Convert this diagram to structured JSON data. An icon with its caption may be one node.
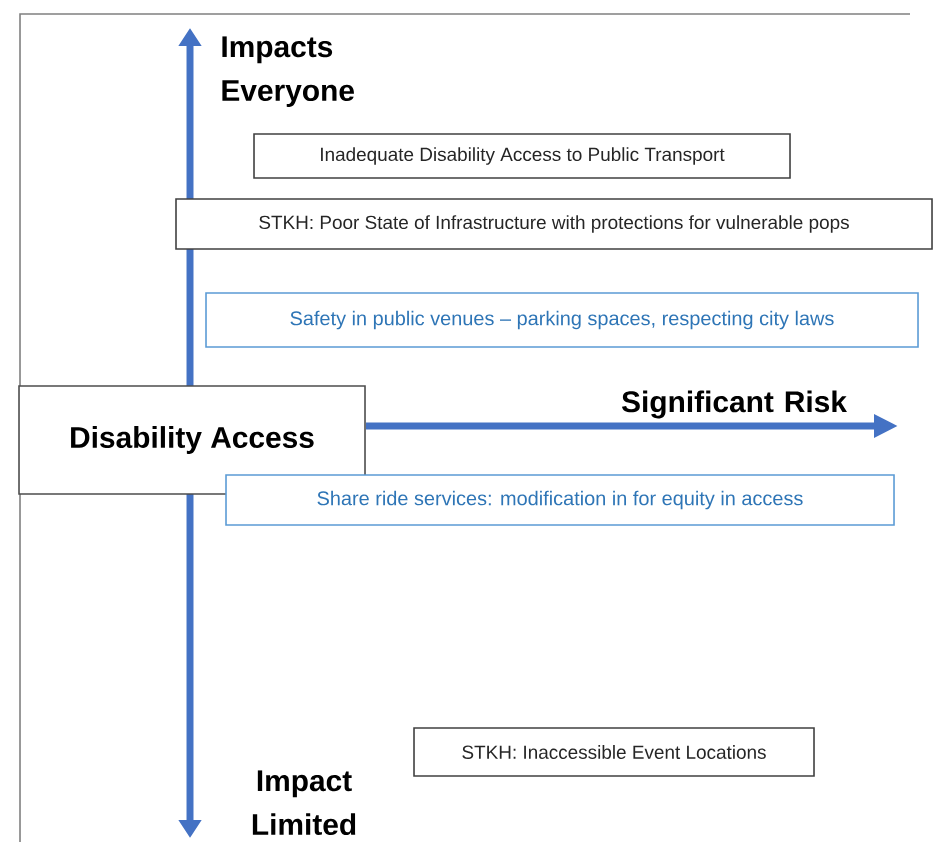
{
  "diagram": {
    "nodes": [
      {
        "text": [
          "Inadequate Disability Access to Public Transport"
        ]
      },
      {
        "text": [
          "STKH: Poor State of Infrastructure with protections for vulnerable pops"
        ]
      },
      {
        "text": [
          "Safety in public venues – parking spaces, respecting city laws"
        ]
      },
      {
        "text": [
          "Disability Access"
        ]
      },
      {
        "text": [
          "Share ride services: modification in for equity in access"
        ]
      },
      {
        "text": [
          "STKH: Inaccessible Event Locations"
        ]
      }
    ],
    "labels": [
      "Impacts Everyone",
      "Significant Risk",
      "Impact Limited"
    ]
  }
}
